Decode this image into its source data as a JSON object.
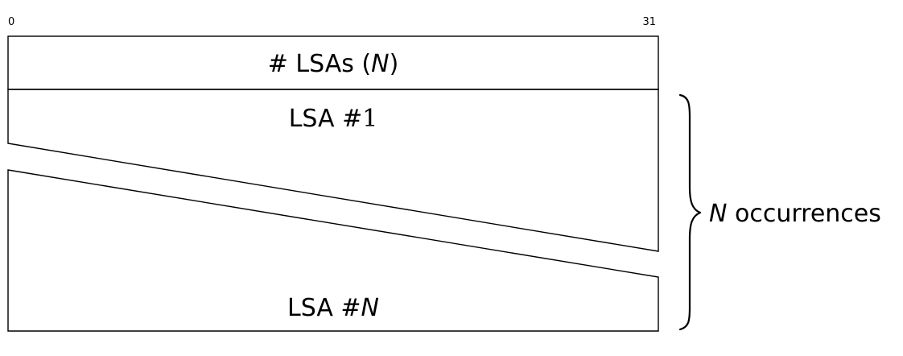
{
  "bit_range": {
    "start": "0",
    "end": "31"
  },
  "header_field": {
    "hash": "#",
    "label": " LSAs (",
    "variable": "N",
    "close": ")"
  },
  "first_lsa": {
    "label": "LSA ",
    "hash": "#",
    "index": "1"
  },
  "last_lsa": {
    "label": "LSA ",
    "hash": "#",
    "index": "N"
  },
  "repetition": {
    "variable": "N",
    "text": " occurrences"
  }
}
